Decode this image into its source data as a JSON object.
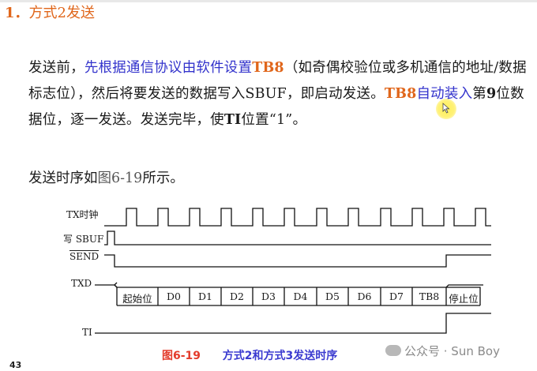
{
  "heading": {
    "number": "1．",
    "title": "方式2发送"
  },
  "paragraph": {
    "p1": "发送前，",
    "p2": "先根据通信协议由软件设置",
    "p3": "TB8",
    "p4": "（如奇偶校验位或多机通信的地址/数据标志位），然后将要发送的数据写入SBUF，即启动发送。",
    "p5": "TB8",
    "p6": "自动装入",
    "p7": "第",
    "p8": "9",
    "p9": "位数据位，逐一发送。发送完毕，使",
    "p10": "TI",
    "p11": "位置“1”。"
  },
  "timing_caption": {
    "prefix": "发送时序如",
    "fig": "图6-19",
    "suffix": "所示。"
  },
  "signals": {
    "tx_clock": "TX时钟",
    "write_sbuf": "写 SBUF",
    "send": "SEND",
    "txd": "TXD",
    "ti": "TI"
  },
  "txd_cells": [
    "起始位",
    "D0",
    "D1",
    "D2",
    "D3",
    "D4",
    "D5",
    "D6",
    "D7",
    "TB8",
    "停止位"
  ],
  "figure_caption": {
    "number": "图6-19",
    "title": "方式2和方式3发送时序"
  },
  "watermark": "公众号 · Sun Boy",
  "page_number": "43"
}
